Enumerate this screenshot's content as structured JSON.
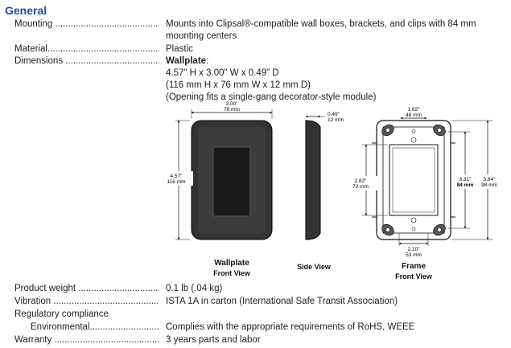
{
  "section_title": "General",
  "specs": {
    "mounting": {
      "label": "Mounting",
      "value_1": "Mounts into Clipsal®-compatible wall boxes, brackets, and clips with 84 mm",
      "value_2": "mounting centers"
    },
    "material": {
      "label": "Material",
      "value": "Plastic"
    },
    "dimensions": {
      "label": "Dimensions",
      "heading": "Wallplate",
      "heading_suffix": ":",
      "line_1": "4.57\" H x 3.00\" W x 0.49\" D",
      "line_2": "(116 mm H x 76 mm W x 12 mm D)",
      "line_3": "(Opening fits a single-gang decorator-style module)"
    },
    "product_weight": {
      "label": "Product weight",
      "value": "0.1 lb (.04 kg)"
    },
    "vibration": {
      "label": "Vibration",
      "value": "ISTA 1A in carton (International Safe Transit Association)"
    },
    "regulatory": {
      "label": "Regulatory compliance"
    },
    "environmental": {
      "label": "Environmental",
      "value": "Complies with the appropriate requirements of RoHS, WEEE"
    },
    "warranty": {
      "label": "Warranty",
      "value": "3 years parts and labor"
    }
  },
  "diagram": {
    "wallplate": {
      "width_in": "3.00\"",
      "width_mm": "76 mm",
      "height_in": "4.57\"",
      "height_mm": "116 mm",
      "caption_1": "Wallplate",
      "caption_2": "Front View"
    },
    "side": {
      "depth_in": "0.49\"",
      "depth_mm": "12 mm",
      "caption": "Side View"
    },
    "frame": {
      "top_in": "1.82\"",
      "top_mm": "48 mm",
      "left_in": "2.82\"",
      "left_mm": "72 mm",
      "inner_in": "3.31\"",
      "inner_mm": "84 mm",
      "outer_in": "3.84\"",
      "outer_mm": "98 mm",
      "bottom_in": "2.10\"",
      "bottom_mm": "53 mm",
      "caption_1": "Frame",
      "caption_2": "Front View"
    }
  }
}
